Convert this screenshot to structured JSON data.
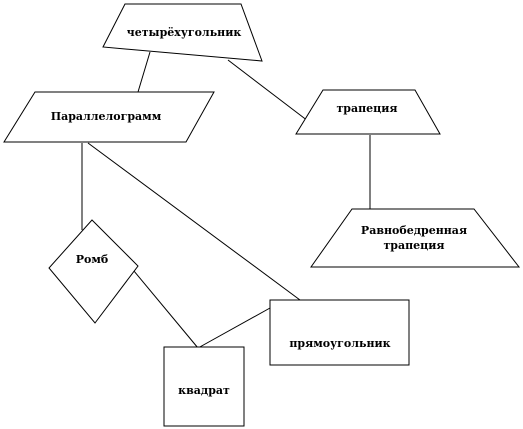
{
  "diagram": {
    "nodes": {
      "quadrilateral": "четырёхугольник",
      "parallelogram": "Параллелограмм",
      "trapezoid": "трапеция",
      "isosceles_trapezoid_line1": "Равнобедренная",
      "isosceles_trapezoid_line2": "трапеция",
      "rhombus": "Ромб",
      "rectangle": "прямоугольник",
      "square": "квадрат"
    }
  }
}
